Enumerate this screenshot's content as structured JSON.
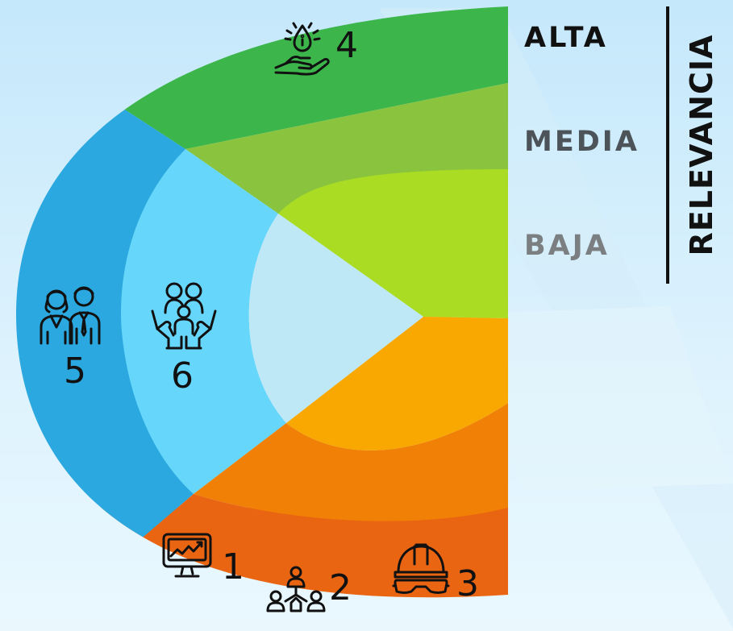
{
  "relevance_title": "RELEVANCIA",
  "levels": [
    "ALTA",
    "MEDIA",
    "BAJA"
  ],
  "items": [
    {
      "number": "1",
      "icon": "monitor-chart-icon"
    },
    {
      "number": "2",
      "icon": "team-network-icon"
    },
    {
      "number": "3",
      "icon": "safety-helmet-goggles-icon"
    },
    {
      "number": "4",
      "icon": "water-drop-hand-icon"
    },
    {
      "number": "5",
      "icon": "employees-icon"
    },
    {
      "number": "6",
      "icon": "family-protection-icon"
    }
  ],
  "colors": {
    "green_high": "#3cb64b",
    "green_medium": "#8ac43f",
    "green_low": "#a9dc22",
    "blue_high": "#2aa8df",
    "blue_medium": "#66d6fa",
    "orange_high": "#ea6512",
    "orange_medium": "#f18007",
    "orange_low": "#f8a800",
    "center": "#bfe8f7"
  }
}
